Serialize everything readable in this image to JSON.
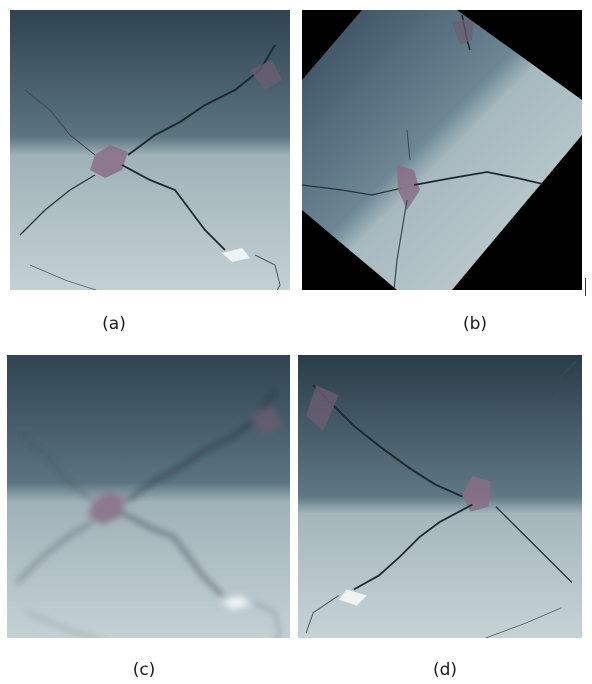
{
  "figure": {
    "panels": [
      {
        "id": "a",
        "caption": "(a)",
        "variant": "original"
      },
      {
        "id": "b",
        "caption": "(b)",
        "variant": "rotated-45"
      },
      {
        "id": "c",
        "caption": "(c)",
        "variant": "blurred"
      },
      {
        "id": "d",
        "caption": "(d)",
        "variant": "flipped"
      }
    ]
  },
  "colors": {
    "surface_dark": "#2f4350",
    "surface_mid": "#6c8591",
    "surface_light": "#b9c9cd",
    "crack": "#1e2a33",
    "debris": "#8a6f86",
    "background_fill": "#000000"
  }
}
